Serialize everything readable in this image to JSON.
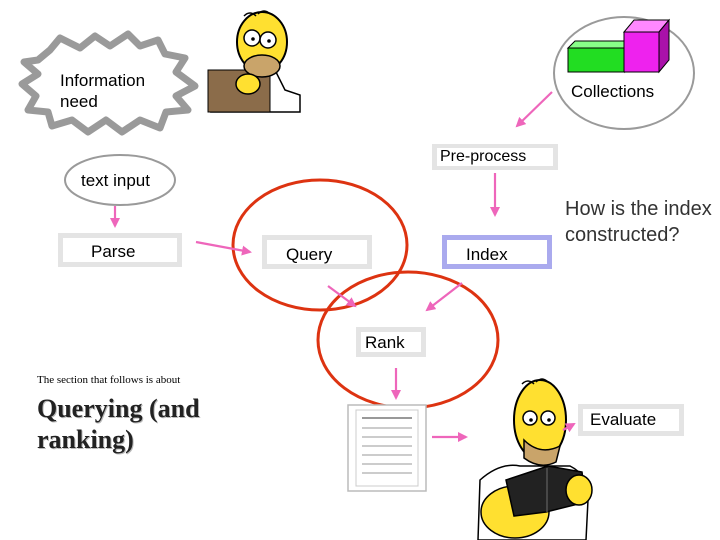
{
  "colors": {
    "arrow": "#ee66bb",
    "ellipse_red": "#dd3311",
    "index_box": "#aaaaee",
    "collection_green": "#22dd22",
    "collection_magenta": "#ee22ee",
    "homer_skin": "#ffe030"
  },
  "nodes": {
    "information_need": "Information need",
    "collections": "Collections",
    "pre_process": "Pre-process",
    "text_input": "text input",
    "parse": "Parse",
    "query": "Query",
    "index": "Index",
    "rank": "Rank",
    "evaluate": "Evaluate"
  },
  "note": {
    "question": "How is the index constructed?"
  },
  "section": {
    "intro": "The section that follows is about",
    "title": "Querying (and ranking)"
  },
  "icons": {
    "homer_thinking": "homer-thinking-icon",
    "homer_reading": "homer-reading-icon",
    "collections": "collections-cubes-icon",
    "results": "results-document-icon"
  }
}
